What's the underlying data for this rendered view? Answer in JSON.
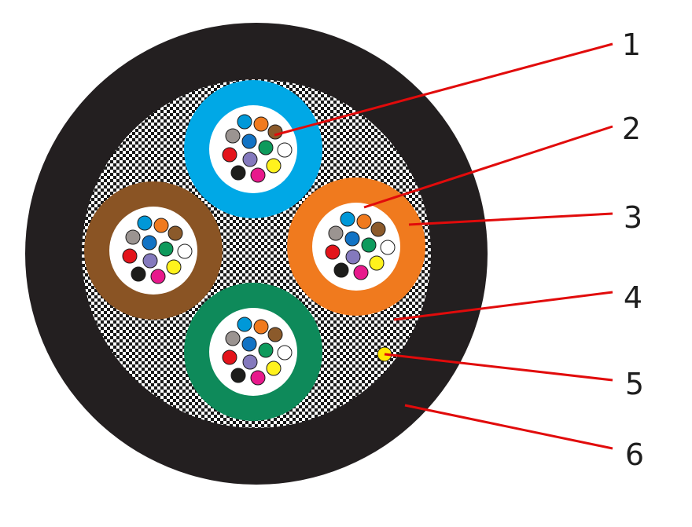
{
  "diagram": {
    "colors": {
      "outer_jacket": "#231f20",
      "inner_fill_light": "#ffffff",
      "inner_fill_dark": "#1a1a1a",
      "leader_line": "#e10b0b",
      "tube_core": "#ffffff",
      "strength_member": "#ffe600",
      "callout_text": "#1e1e1e"
    },
    "tubes": [
      {
        "name": "blue",
        "color": "#00a8e6"
      },
      {
        "name": "orange",
        "color": "#f07a1e"
      },
      {
        "name": "brown",
        "color": "#8a5424"
      },
      {
        "name": "green",
        "color": "#0e8a5a"
      }
    ],
    "fiber_colors": [
      "#0098d8",
      "#f07a1e",
      "#8b5a2b",
      "#9b9491",
      "#1273c4",
      "#0e9a5c",
      "#ffffff",
      "#e3141b",
      "#8479bd",
      "#fff21d",
      "#1d1d1b",
      "#e8198c"
    ],
    "callouts": [
      {
        "label": "1"
      },
      {
        "label": "2"
      },
      {
        "label": "3"
      },
      {
        "label": "4"
      },
      {
        "label": "5"
      },
      {
        "label": "6"
      }
    ]
  }
}
